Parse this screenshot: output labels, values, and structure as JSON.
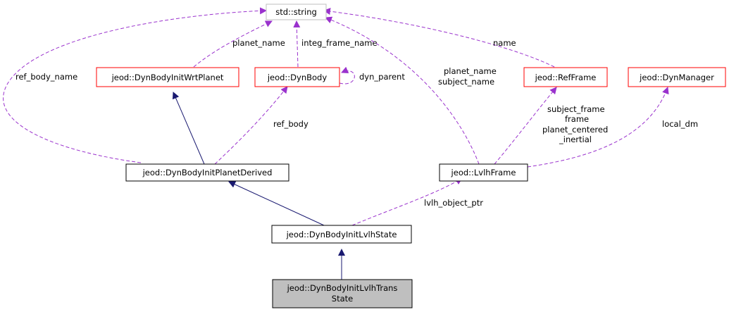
{
  "colors": {
    "inheritance": "#191970",
    "usage": "#9a32cd",
    "documented_border": "#000000",
    "undocumented_border": "#ff0000",
    "external_border": "#bfbfbf",
    "highlight_fill": "#bfbfbf",
    "fill": "#ffffff"
  },
  "nodes": [
    {
      "id": "string",
      "lines": [
        "std::string"
      ],
      "style": "external"
    },
    {
      "id": "wrt_planet",
      "lines": [
        "jeod::DynBodyInitWrtPlanet"
      ],
      "style": "undocumented"
    },
    {
      "id": "dynbody",
      "lines": [
        "jeod::DynBody"
      ],
      "style": "undocumented"
    },
    {
      "id": "refframe",
      "lines": [
        "jeod::RefFrame"
      ],
      "style": "undocumented"
    },
    {
      "id": "dynmanager",
      "lines": [
        "jeod::DynManager"
      ],
      "style": "undocumented"
    },
    {
      "id": "planet_derived",
      "lines": [
        "jeod::DynBodyInitPlanetDerived"
      ],
      "style": "documented"
    },
    {
      "id": "lvlhframe",
      "lines": [
        "jeod::LvlhFrame"
      ],
      "style": "documented"
    },
    {
      "id": "lvlh_state",
      "lines": [
        "jeod::DynBodyInitLvlhState"
      ],
      "style": "documented"
    },
    {
      "id": "lvlh_trans",
      "lines": [
        "jeod::DynBodyInitLvlhTrans",
        "State"
      ],
      "style": "highlight"
    }
  ],
  "edges": [
    {
      "id": "e-name",
      "kind": "usage",
      "labels": [
        "name"
      ]
    },
    {
      "id": "e-planet-name-wrt",
      "kind": "usage",
      "labels": [
        "planet_name"
      ]
    },
    {
      "id": "e-integ-frame-name",
      "kind": "usage",
      "labels": [
        "integ_frame_name"
      ]
    },
    {
      "id": "e-ref-body-name",
      "kind": "usage",
      "labels": [
        "ref_body_name"
      ]
    },
    {
      "id": "e-planet-subject-name",
      "kind": "usage",
      "labels": [
        "planet_name",
        "subject_name"
      ]
    },
    {
      "id": "e-dyn-parent",
      "kind": "usage",
      "labels": [
        "dyn_parent"
      ]
    },
    {
      "id": "e-ref-body",
      "kind": "usage",
      "labels": [
        "ref_body"
      ]
    },
    {
      "id": "e-frames",
      "kind": "usage",
      "labels": [
        "subject_frame",
        "frame",
        "planet_centered",
        "_inertial"
      ]
    },
    {
      "id": "e-local-dm",
      "kind": "usage",
      "labels": [
        "local_dm"
      ]
    },
    {
      "id": "e-lvlh-object-ptr",
      "kind": "usage",
      "labels": [
        "lvlh_object_ptr"
      ]
    },
    {
      "id": "e-inherit-wrt",
      "kind": "inheritance",
      "labels": []
    },
    {
      "id": "e-inherit-derived",
      "kind": "inheritance",
      "labels": []
    },
    {
      "id": "e-inherit-state",
      "kind": "inheritance",
      "labels": []
    }
  ]
}
